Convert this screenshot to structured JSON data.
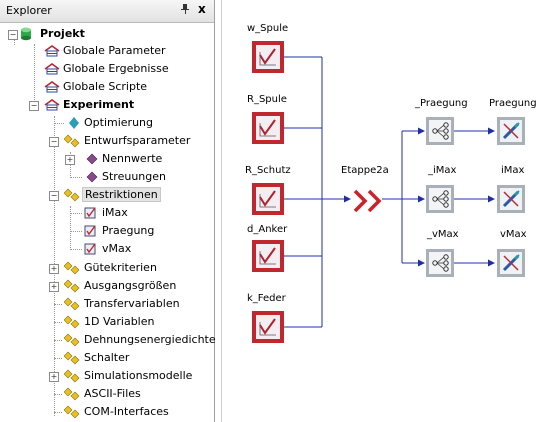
{
  "explorer": {
    "title": "Explorer",
    "pin_icon": "pin-icon",
    "close_label": "x",
    "tree": [
      {
        "label": "Projekt",
        "bold": true
      },
      {
        "label": "Globale Parameter"
      },
      {
        "label": "Globale Ergebnisse"
      },
      {
        "label": "Globale Scripte"
      },
      {
        "label": "Experiment",
        "bold": true
      },
      {
        "label": "Optimierung"
      },
      {
        "label": "Entwurfsparameter"
      },
      {
        "label": "Nennwerte"
      },
      {
        "label": "Streuungen"
      },
      {
        "label": "Restriktionen",
        "selected": true
      },
      {
        "label": "iMax"
      },
      {
        "label": "Praegung"
      },
      {
        "label": "vMax"
      },
      {
        "label": "Gütekriterien"
      },
      {
        "label": "Ausgangsgrößen"
      },
      {
        "label": "Transfervariablen"
      },
      {
        "label": "1D Variablen"
      },
      {
        "label": "Dehnungsenergiedichte"
      },
      {
        "label": "Schalter"
      },
      {
        "label": "Simulationsmodelle"
      },
      {
        "label": "ASCII-Files"
      },
      {
        "label": "COM-Interfaces"
      }
    ]
  },
  "diagram": {
    "inputs": [
      "w_Spule",
      "R_Spule",
      "R_Schutz",
      "d_Anker",
      "k_Feder"
    ],
    "stage": "Etappe2a",
    "branches": [
      "_Praegung",
      "_iMax",
      "_vMax"
    ],
    "outputs": [
      "Praegung",
      "iMax",
      "vMax"
    ],
    "colors": {
      "line": "#1f2fa8",
      "block_red": "#c0282f",
      "block_gray": "#a9b0b7"
    }
  }
}
